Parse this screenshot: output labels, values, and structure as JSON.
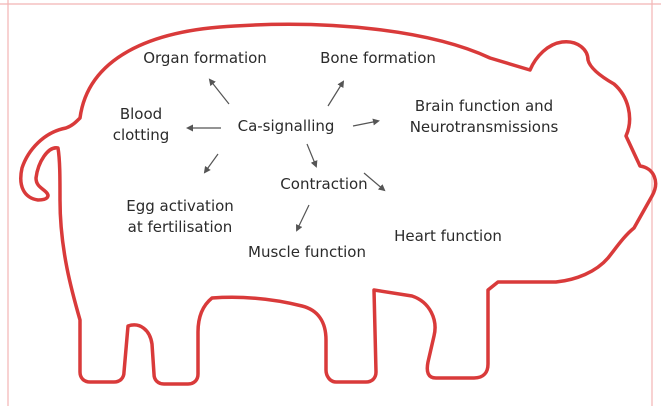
{
  "diagram": {
    "colors": {
      "outline": "#d93a3a",
      "frame": "#f2b5b5",
      "arrow": "#555555",
      "text": "#2b2b2b"
    },
    "center_label": "Ca-signalling",
    "contraction_label": "Contraction",
    "functions": {
      "organ_formation": "Organ formation",
      "bone_formation": "Bone formation",
      "brain_function": "Brain function and\nNeurotransmissions",
      "blood_clotting": "Blood\nclotting",
      "egg_activation": "Egg activation\nat fertilisation",
      "muscle_function": "Muscle function",
      "heart_function": "Heart function"
    }
  }
}
